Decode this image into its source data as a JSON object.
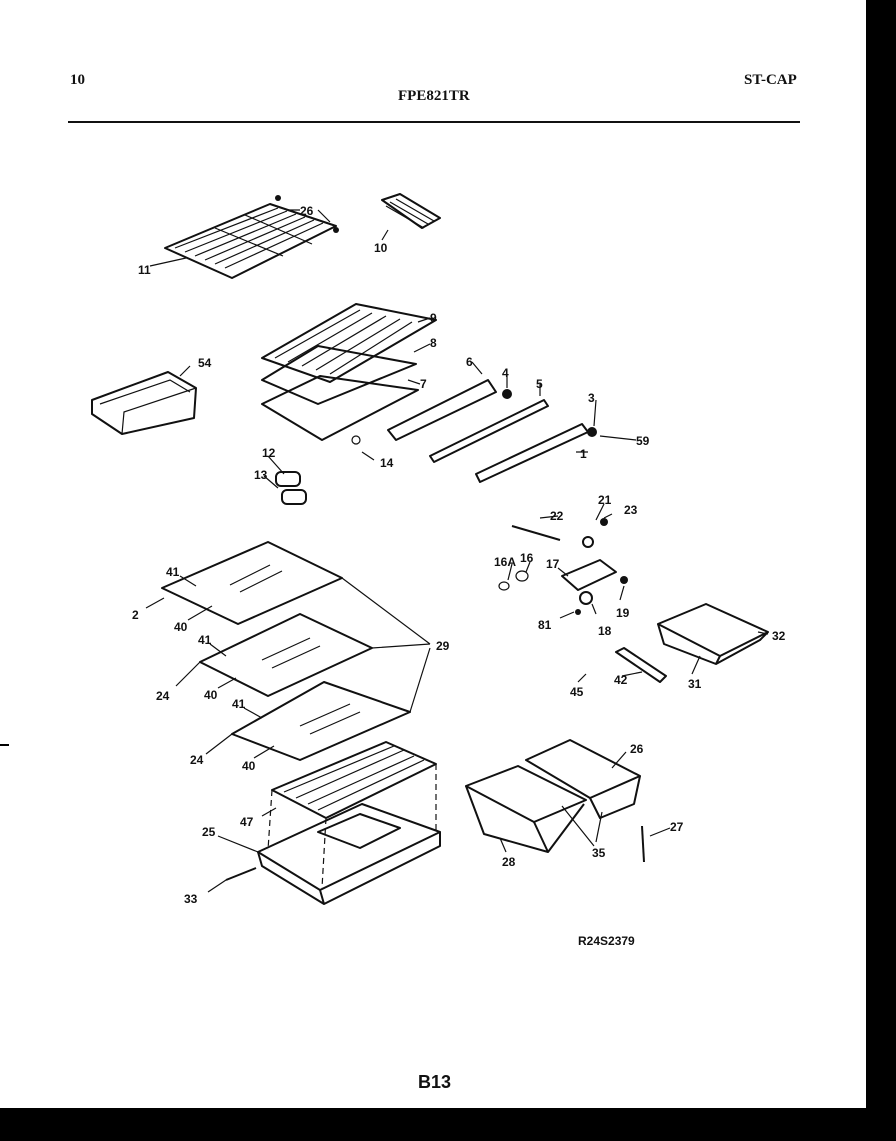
{
  "header": {
    "left": "10",
    "center": "FPE821TR",
    "right": "ST-CAP"
  },
  "drawing_code": "R24S2379",
  "page_number": "B13",
  "labels": {
    "l26a": "26",
    "l10": "10",
    "l11": "11",
    "l9": "9",
    "l8": "8",
    "l7": "7",
    "l54": "54",
    "l6": "6",
    "l4": "4",
    "l5": "5",
    "l3": "3",
    "l59": "59",
    "l1": "1",
    "l14": "14",
    "l12": "12",
    "l13": "13",
    "l22": "22",
    "l21": "21",
    "l23": "23",
    "l16a": "16A",
    "l16": "16",
    "l17": "17",
    "l19": "19",
    "l81": "81",
    "l18": "18",
    "l41a": "41",
    "l2": "2",
    "l40a": "40",
    "l29": "29",
    "l41b": "41",
    "l24a": "24",
    "l40b": "40",
    "l41c": "41",
    "l24b": "24",
    "l40c": "40",
    "l32": "32",
    "l42": "42",
    "l31": "31",
    "l45": "45",
    "l26b": "26",
    "l47": "47",
    "l25": "25",
    "l33": "33",
    "l28": "28",
    "l35": "35",
    "l27": "27"
  }
}
